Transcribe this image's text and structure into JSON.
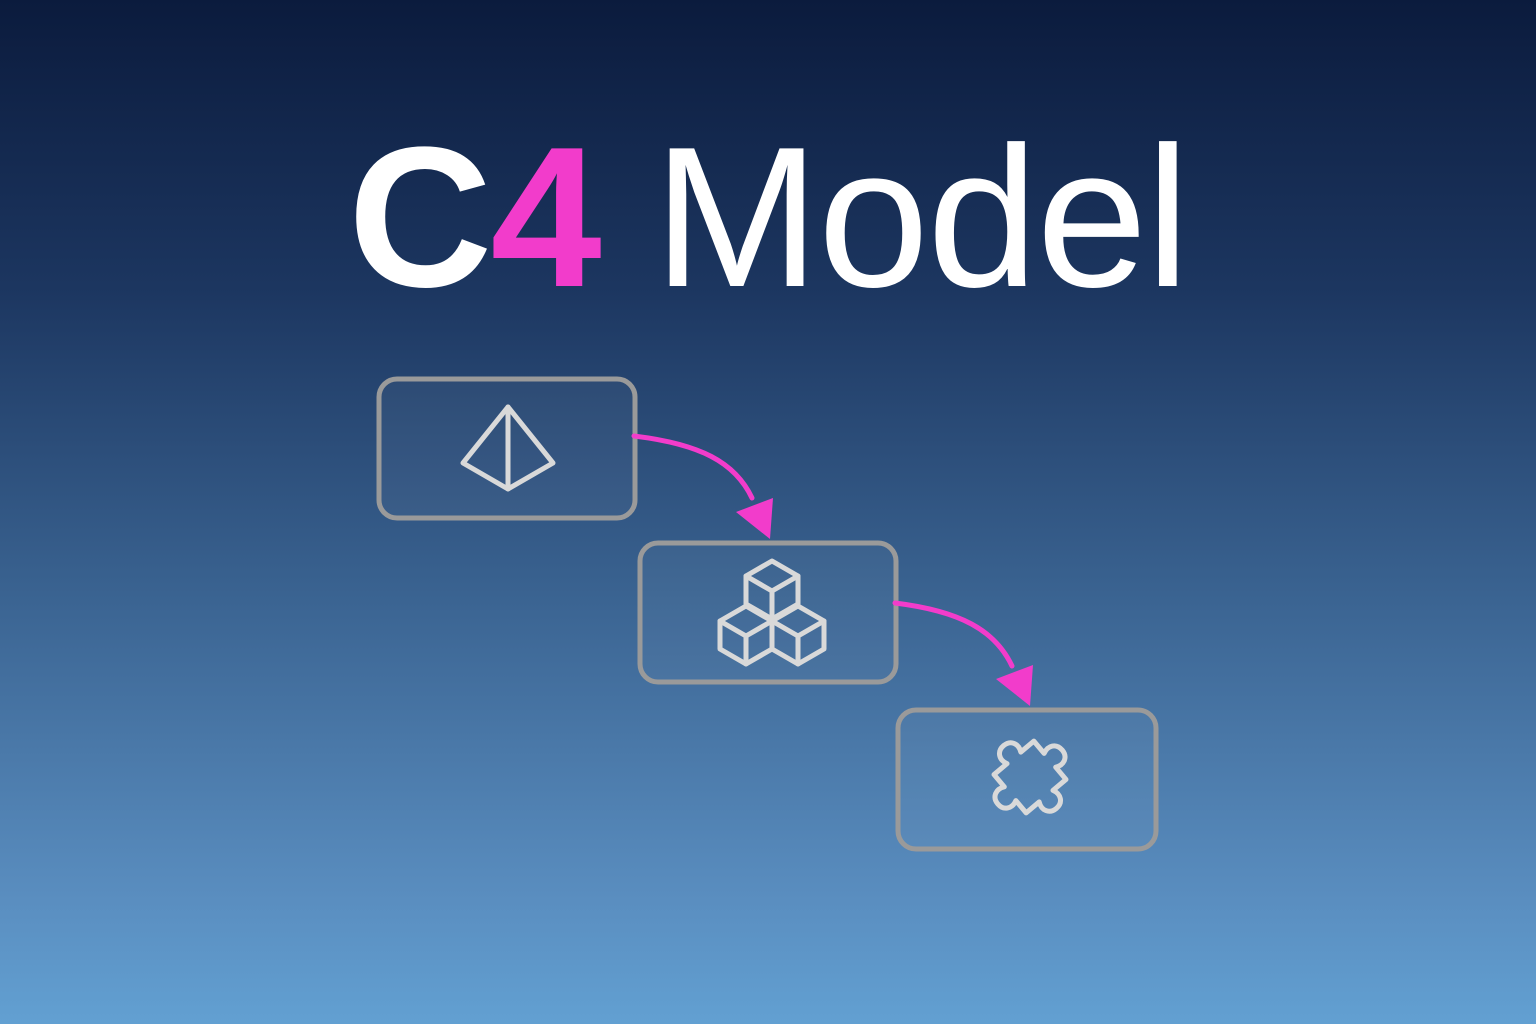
{
  "title": {
    "part_c": "C",
    "part_4": "4",
    "part_model": " Model"
  },
  "colors": {
    "accent": "#f23ccb",
    "box_border": "#9a9a9a",
    "icon_stroke": "#d9d9d9",
    "title_text": "#ffffff"
  },
  "diagram": {
    "boxes": [
      {
        "name": "context-box",
        "icon": "pyramid-icon"
      },
      {
        "name": "container-box",
        "icon": "cubes-icon"
      },
      {
        "name": "component-box",
        "icon": "puzzle-piece-icon"
      }
    ],
    "arrows": [
      {
        "from": "context-box",
        "to": "container-box"
      },
      {
        "from": "container-box",
        "to": "component-box"
      }
    ]
  }
}
